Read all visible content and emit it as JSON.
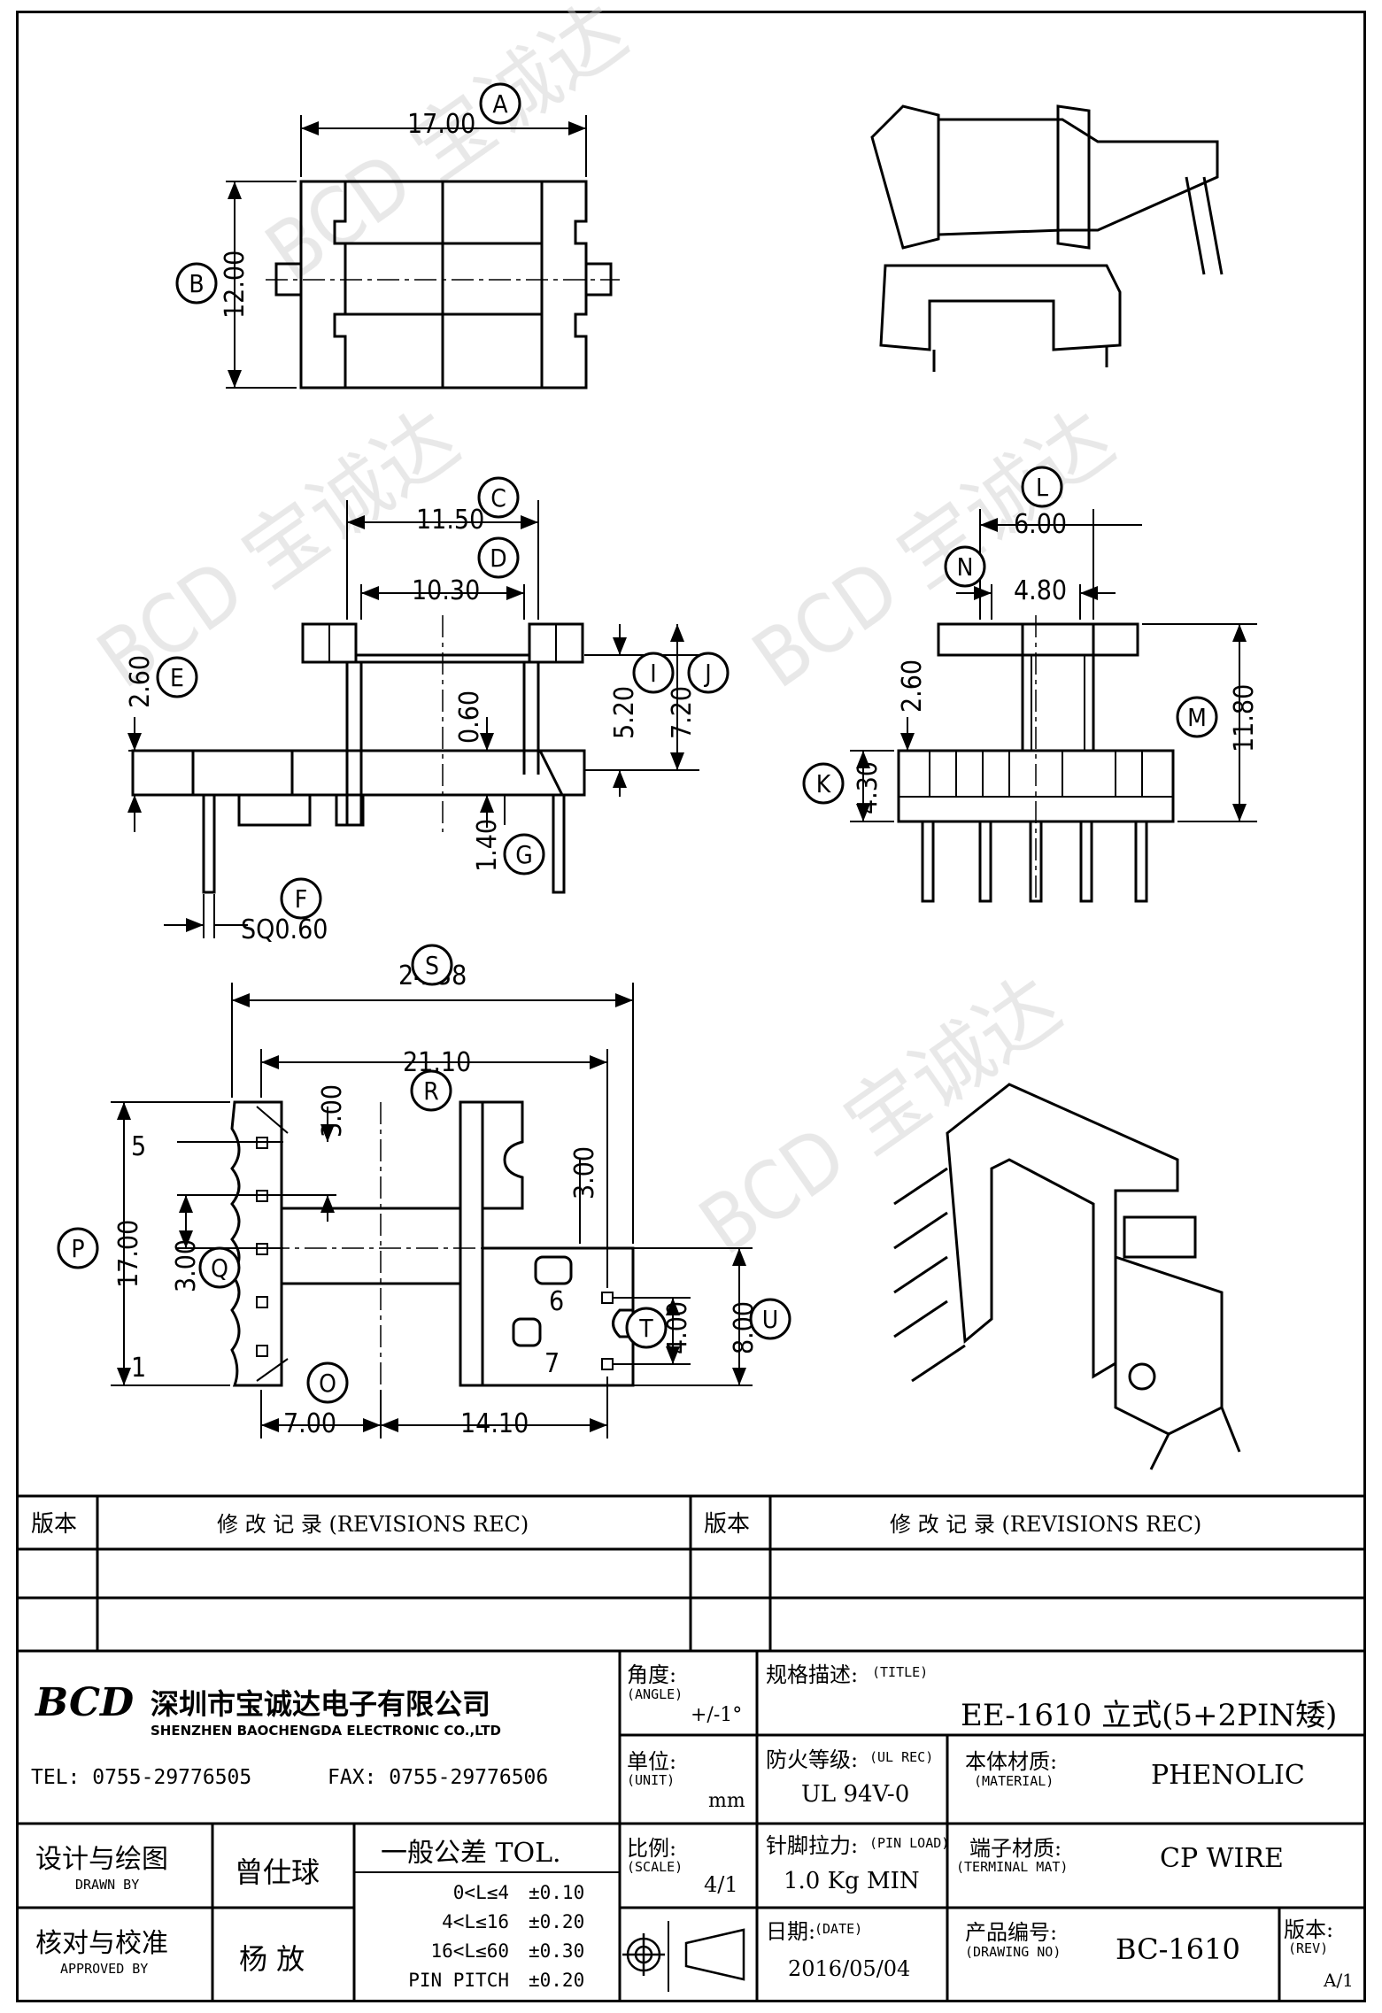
{
  "drawing": {
    "dims": {
      "A": "17.00",
      "B": "12.00",
      "C": "11.50",
      "D": "10.30",
      "E": "2.60",
      "F": "SQ0.60",
      "G": "1.40",
      "H": "0.60",
      "I": "5.20",
      "J": "7.20",
      "L": "6.00",
      "N": "4.80",
      "M": "11.80",
      "K1": "2.60",
      "K2": "4.30",
      "S": "24.38",
      "R": "21.10",
      "P": "17.00",
      "Q": "3.00",
      "O": "7.00",
      "O2": "14.10",
      "pitch_top": "3.00",
      "pitch_right": "3.00",
      "T": "4.00",
      "U": "8.00"
    },
    "balloons": [
      "A",
      "B",
      "C",
      "D",
      "E",
      "F",
      "G",
      "I",
      "J",
      "K",
      "L",
      "M",
      "N",
      "P",
      "Q",
      "R",
      "S",
      "O",
      "T",
      "U"
    ],
    "pins": {
      "p5": "5",
      "p1": "1",
      "p6": "6",
      "p7": "7"
    },
    "watermark": "BCD 宝诚达"
  },
  "revisions": {
    "rev_label": "版本",
    "rec_label": "修 改 记 录 (REVISIONS REC)"
  },
  "company": {
    "logo_text": "BCD",
    "name_cn": "深圳市宝诚达电子有限公司",
    "name_en": "SHENZHEN BAOCHENGDA ELECTRONIC CO.,LTD",
    "tel": "TEL: 0755-29776505",
    "fax": "FAX: 0755-29776506"
  },
  "titleblock": {
    "angle_label": "角度:",
    "angle_en": "(ANGLE)",
    "angle_val": "+/-1°",
    "unit_label": "单位:",
    "unit_en": "(UNIT)",
    "unit_val": "mm",
    "scale_label": "比例:",
    "scale_en": "(SCALE)",
    "scale_val": "4/1",
    "title_label": "规格描述:",
    "title_en": "(TITLE)",
    "title_val": "EE-1610 立式(5+2PIN矮)",
    "ul_label": "防火等级:",
    "ul_en": "(UL REC)",
    "ul_val": "UL 94V-0",
    "mat_label": "本体材质:",
    "mat_en": "(MATERIAL)",
    "mat_val": "PHENOLIC",
    "pin_label": "针脚拉力:",
    "pin_en": "(PIN LOAD)",
    "pin_val": "1.0 Kg MIN",
    "term_label": "端子材质:",
    "term_en": "(TERMINAL MAT)",
    "term_val": "CP WIRE",
    "date_label": "日期:",
    "date_en": "(DATE)",
    "date_val": "2016/05/04",
    "no_label": "产品编号:",
    "no_en": "(DRAWING NO)",
    "no_val": "BC-1610",
    "rev_label": "版本:",
    "rev_en": "(REV)",
    "rev_val": "A/1",
    "drawn_label": "设计与绘图",
    "drawn_en": "DRAWN BY",
    "drawn_val": "曾仕球",
    "appr_label": "核对与校准",
    "appr_en": "APPROVED BY",
    "appr_val": "杨 放",
    "tol_title": "一般公差 TOL.",
    "tol_rows": [
      {
        "range": "0<L≤4",
        "val": "±0.10"
      },
      {
        "range": "4<L≤16",
        "val": "±0.20"
      },
      {
        "range": "16<L≤60",
        "val": "±0.30"
      },
      {
        "range": "PIN PITCH",
        "val": "±0.20"
      }
    ]
  }
}
